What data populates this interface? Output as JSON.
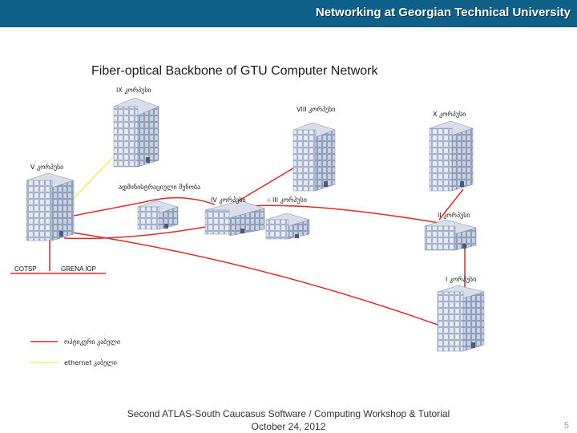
{
  "header": {
    "title": "Networking at Georgian Technical University"
  },
  "slide": {
    "title": "Fiber-optical Backbone of GTU Computer Network"
  },
  "buildings": [
    {
      "id": "ix",
      "label": "IX კორპუსი"
    },
    {
      "id": "viii",
      "label": "VIII კორპუსი"
    },
    {
      "id": "x",
      "label": "X კორპუსი"
    },
    {
      "id": "v",
      "label": "V კორპუსი"
    },
    {
      "id": "admin",
      "label": "ადმინისტრაციული შენობა"
    },
    {
      "id": "iv",
      "label": "IV კორპუსი"
    },
    {
      "id": "ii",
      "label": "II კორპუსი"
    },
    {
      "id": "iii",
      "label": "III კორპუსი"
    },
    {
      "id": "i",
      "label": "I კორპუსი"
    }
  ],
  "external": {
    "left": "COTSP",
    "right": "GRENA IGP"
  },
  "legend": [
    {
      "label": "ოპტიკური კაბელი",
      "color": "#e02828"
    },
    {
      "label": "ethernet კაბელი",
      "color": "#f5ef5a"
    }
  ],
  "footer": {
    "line1": "Second ATLAS-South Caucasus Software / Computing Workshop & Tutorial",
    "line2": "October 24, 2012"
  },
  "page_number": "5"
}
